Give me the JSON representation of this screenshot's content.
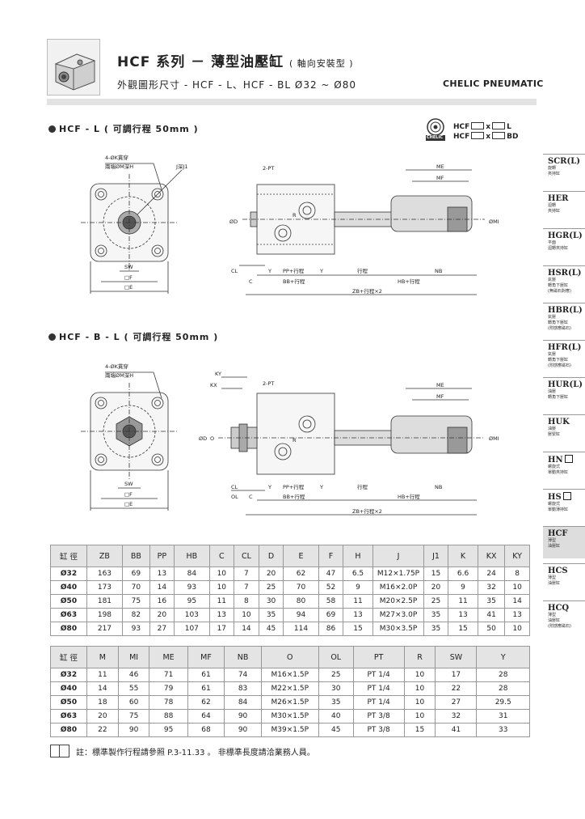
{
  "header": {
    "title_main": "HCF 系列 － 薄型油壓缸",
    "title_sub": "( 軸向安裝型 )",
    "subtitle": "外觀圖形尺寸  -  HCF - L、HCF - BL  Ø32 ~ Ø80",
    "brand": "CHELIC PNEUMATIC"
  },
  "legend": {
    "badge": "CHELIC",
    "row1_prefix": "HCF",
    "row1_x": "x",
    "row1_suffix": "L",
    "row2_prefix": "HCF",
    "row2_x": "x",
    "row2_suffix": "BD"
  },
  "section1": {
    "heading": "HCF - L ( 可調行程 50mm )"
  },
  "section2": {
    "heading": "HCF - B - L ( 可調行程 50mm )"
  },
  "drawing1": {
    "hole_label": "4-ØK貫穿",
    "cbore_label": "兩端ØM深H",
    "j_label": "J深J1",
    "sw": "SW",
    "e1": "□F",
    "e2": "□E",
    "pt": "2-PT",
    "me": "ME",
    "mf": "MF",
    "od": "ØD",
    "omi": "ØMI",
    "r": "R",
    "cl": "CL",
    "c": "C",
    "y": "Y",
    "pp": "PP+行程",
    "y2": "Y",
    "stroke": "行程",
    "nb": "NB",
    "bb": "BB+行程",
    "hb": "HB+行程",
    "zb": "ZB+行程×2"
  },
  "drawing2": {
    "hole_label": "4-ØK貫穿",
    "cbore_label": "兩端ØM深H",
    "sw": "SW",
    "e1": "□F",
    "e2": "□E",
    "pt": "2-PT",
    "me": "ME",
    "mf": "MF",
    "od": "ØD",
    "o": "O",
    "omi": "ØMI",
    "r": "R",
    "ky": "KY",
    "kx": "KX",
    "cl": "CL",
    "ol": "OL",
    "c": "C",
    "y": "Y",
    "pp": "PP+行程",
    "y2": "Y",
    "stroke": "行程",
    "nb": "NB",
    "bb": "BB+行程",
    "hb": "HB+行程",
    "zb": "ZB+行程×2"
  },
  "table1": {
    "headers": [
      "缸 徑",
      "ZB",
      "BB",
      "PP",
      "HB",
      "C",
      "CL",
      "D",
      "E",
      "F",
      "H",
      "J",
      "J1",
      "K",
      "KX",
      "KY"
    ],
    "rows": [
      [
        "Ø32",
        "163",
        "69",
        "13",
        "84",
        "10",
        "7",
        "20",
        "62",
        "47",
        "6.5",
        "M12×1.75P",
        "15",
        "6.6",
        "24",
        "8"
      ],
      [
        "Ø40",
        "173",
        "70",
        "14",
        "93",
        "10",
        "7",
        "25",
        "70",
        "52",
        "9",
        "M16×2.0P",
        "20",
        "9",
        "32",
        "10"
      ],
      [
        "Ø50",
        "181",
        "75",
        "16",
        "95",
        "11",
        "8",
        "30",
        "80",
        "58",
        "11",
        "M20×2.5P",
        "25",
        "11",
        "35",
        "14"
      ],
      [
        "Ø63",
        "198",
        "82",
        "20",
        "103",
        "13",
        "10",
        "35",
        "94",
        "69",
        "13",
        "M27×3.0P",
        "35",
        "13",
        "41",
        "13"
      ],
      [
        "Ø80",
        "217",
        "93",
        "27",
        "107",
        "17",
        "14",
        "45",
        "114",
        "86",
        "15",
        "M30×3.5P",
        "35",
        "15",
        "50",
        "10"
      ]
    ]
  },
  "table2": {
    "headers": [
      "缸 徑",
      "M",
      "MI",
      "ME",
      "MF",
      "NB",
      "O",
      "OL",
      "PT",
      "R",
      "SW",
      "Y"
    ],
    "rows": [
      [
        "Ø32",
        "11",
        "46",
        "71",
        "61",
        "74",
        "M16×1.5P",
        "25",
        "PT 1/4",
        "10",
        "17",
        "28"
      ],
      [
        "Ø40",
        "14",
        "55",
        "79",
        "61",
        "83",
        "M22×1.5P",
        "30",
        "PT 1/4",
        "10",
        "22",
        "28"
      ],
      [
        "Ø50",
        "18",
        "60",
        "78",
        "62",
        "84",
        "M26×1.5P",
        "35",
        "PT 1/4",
        "10",
        "27",
        "29.5"
      ],
      [
        "Ø63",
        "20",
        "75",
        "88",
        "64",
        "90",
        "M30×1.5P",
        "40",
        "PT 3/8",
        "10",
        "32",
        "31"
      ],
      [
        "Ø80",
        "22",
        "90",
        "95",
        "68",
        "90",
        "M39×1.5P",
        "45",
        "PT 3/8",
        "15",
        "41",
        "33"
      ]
    ]
  },
  "note": "註：標準製作行程請參照 P.3-11.33 。 非標準長度請洽業務人員。",
  "sidebar": {
    "items": [
      {
        "code": "SCR(L)",
        "desc1": "旋轉",
        "desc2": "夾持缸",
        "desc3": ""
      },
      {
        "code": "HER",
        "desc1": "迴轉",
        "desc2": "夾持缸",
        "desc3": ""
      },
      {
        "code": "HGR(L)",
        "desc1": "平面",
        "desc2": "迴轉夾持缸",
        "desc3": ""
      },
      {
        "code": "HSR(L)",
        "desc1": "氣壓",
        "desc2": "轉角下壓缸",
        "desc3": "(無磁石對應)"
      },
      {
        "code": "HBR(L)",
        "desc1": "氣壓",
        "desc2": "轉角下壓缸",
        "desc3": "(附感應磁石)"
      },
      {
        "code": "HFR(L)",
        "desc1": "氣壓",
        "desc2": "轉角下壓缸",
        "desc3": "(附感應磁石)"
      },
      {
        "code": "HUR(L)",
        "desc1": "油壓",
        "desc2": "轉角下壓缸",
        "desc3": ""
      },
      {
        "code": "HUK",
        "desc1": "油壓",
        "desc2": "壓緊缸",
        "desc3": ""
      },
      {
        "code": "HN",
        "desc1": "螺旋式",
        "desc2": "單動夾持缸",
        "desc3": ""
      },
      {
        "code": "HS",
        "desc1": "螺旋式",
        "desc2": "單動薄持缸",
        "desc3": ""
      },
      {
        "code": "HCF",
        "desc1": "薄型",
        "desc2": "油壓缸",
        "desc3": ""
      },
      {
        "code": "HCS",
        "desc1": "薄型",
        "desc2": "油壓缸",
        "desc3": ""
      },
      {
        "code": "HCQ",
        "desc1": "薄型",
        "desc2": "油壓缸",
        "desc3": "(附感應磁石)"
      }
    ]
  }
}
